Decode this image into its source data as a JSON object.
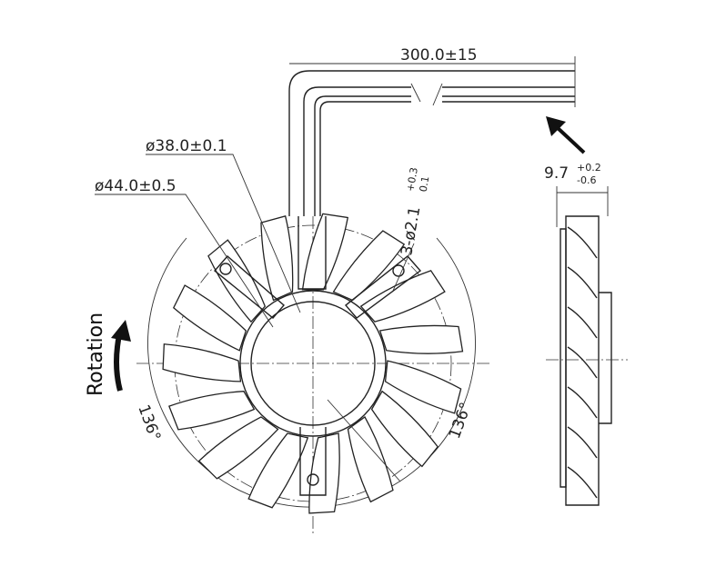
{
  "drawing": {
    "cable_length": "300.0±15",
    "inner_diameter": "ø38.0±0.1",
    "outer_diameter": "ø44.0±0.5",
    "hole_main": "3-ø2.1",
    "hole_tol_plus": "+0.3",
    "hole_tol_minus": "0.1",
    "thickness_main": "9.7",
    "thickness_tol_plus": "+0.2",
    "thickness_tol_minus": "-0.6",
    "angle_left": "136°",
    "angle_right": "136°",
    "rotation_label": "Rotation"
  },
  "colors": {
    "line": "#222222",
    "background": "#ffffff"
  }
}
